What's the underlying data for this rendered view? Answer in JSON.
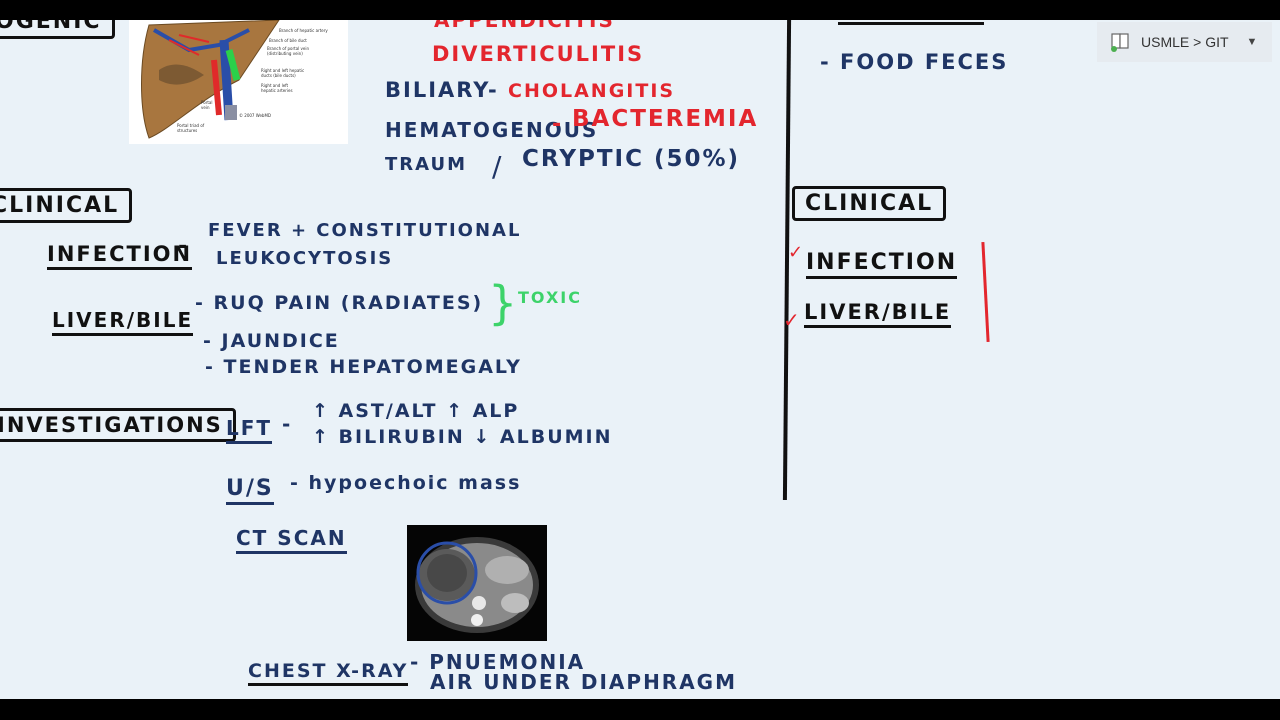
{
  "breadcrumb": {
    "label": "USMLE > GIT",
    "icon": "notebook-icon",
    "caret": "▼"
  },
  "left": {
    "header_partial": "OGENIC",
    "causes": {
      "appendicitis": "APPENDICITIS",
      "diverticulitis": "DIVERTICULITIS",
      "biliary": "BILIARY",
      "cholangitis": "CHOLANGITIS",
      "hematogenous": "HEMATOGENOUS",
      "bacteremia": "BACTEREMIA",
      "trauma": "TRAUM",
      "cryptic": "CRYPTIC (50%)",
      "dash": "-",
      "slash": "/"
    },
    "clinical": {
      "title": "CLINICAL",
      "infection_label": "INFECTION",
      "infection_line1": "FEVER + CONSTITUTIONAL",
      "infection_line2": "LEUKOCYTOSIS",
      "liver_label": "LIVER/BILE",
      "liver_line1": "RUQ PAIN (RADIATES)",
      "liver_line2": "- JAUNDICE",
      "liver_line3": "- TENDER HEPATOMEGALY",
      "toxic": "TOXIC",
      "brace": "}"
    },
    "investigations": {
      "title": "INVESTIGATIONS",
      "lft_label": "LFT",
      "lft_line1": "↑ AST/ALT  ↑ ALP",
      "lft_line2": "↑ BILIRUBIN  ↓ ALBUMIN",
      "us_label": "U/S",
      "us_text": "- hypoechoic mass",
      "ct_label": "CT SCAN",
      "cxr_label": "CHEST X-RAY",
      "cxr_line1": "- PNUEMONIA",
      "cxr_line2": "AIR UNDER DIAPHRAGM"
    }
  },
  "right": {
    "food": "- FOOD  FECES",
    "clinical_title": "CLINICAL",
    "infection": "INFECTION",
    "liver": "LIVER/BILE"
  },
  "colors": {
    "ink_blue": "#1f3565",
    "ink_red": "#e3262e",
    "ink_green": "#3dd36a",
    "ink_black": "#111111",
    "background": "#eaf2f8"
  }
}
